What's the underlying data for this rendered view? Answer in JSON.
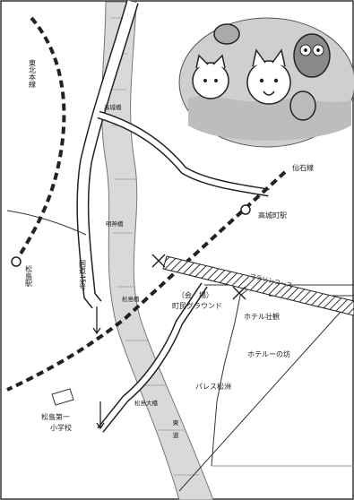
{
  "map": {
    "labels": {
      "tohoku_line": "東北本線",
      "matsushima_station": "松島駅",
      "national_route": "国道45号",
      "senseki_line": "仙石線",
      "takagimachi_station": "高城町駅",
      "takagi_bridge": "高城橋",
      "myojin_bridge": "明神橋",
      "matsushima_bridge": "松島橋",
      "marathon_course": "マラソンコース",
      "venue_title": "（会　場）",
      "venue_name": "町民グラウンド",
      "hotel_shakan": "ホテル壮観",
      "hotel_bo": "ホテルーの坊",
      "palace_matsushima": "パレス松洲",
      "matsushima_ohashi": "松島大橋",
      "expressway": "東　道",
      "school_line1": "松島第一",
      "school_line2": "小学校"
    },
    "colors": {
      "line": "#222222",
      "road_fill": "#ffffff",
      "river_fill": "#d8d8d8",
      "mascot_bg": "#cfcfcf"
    }
  }
}
